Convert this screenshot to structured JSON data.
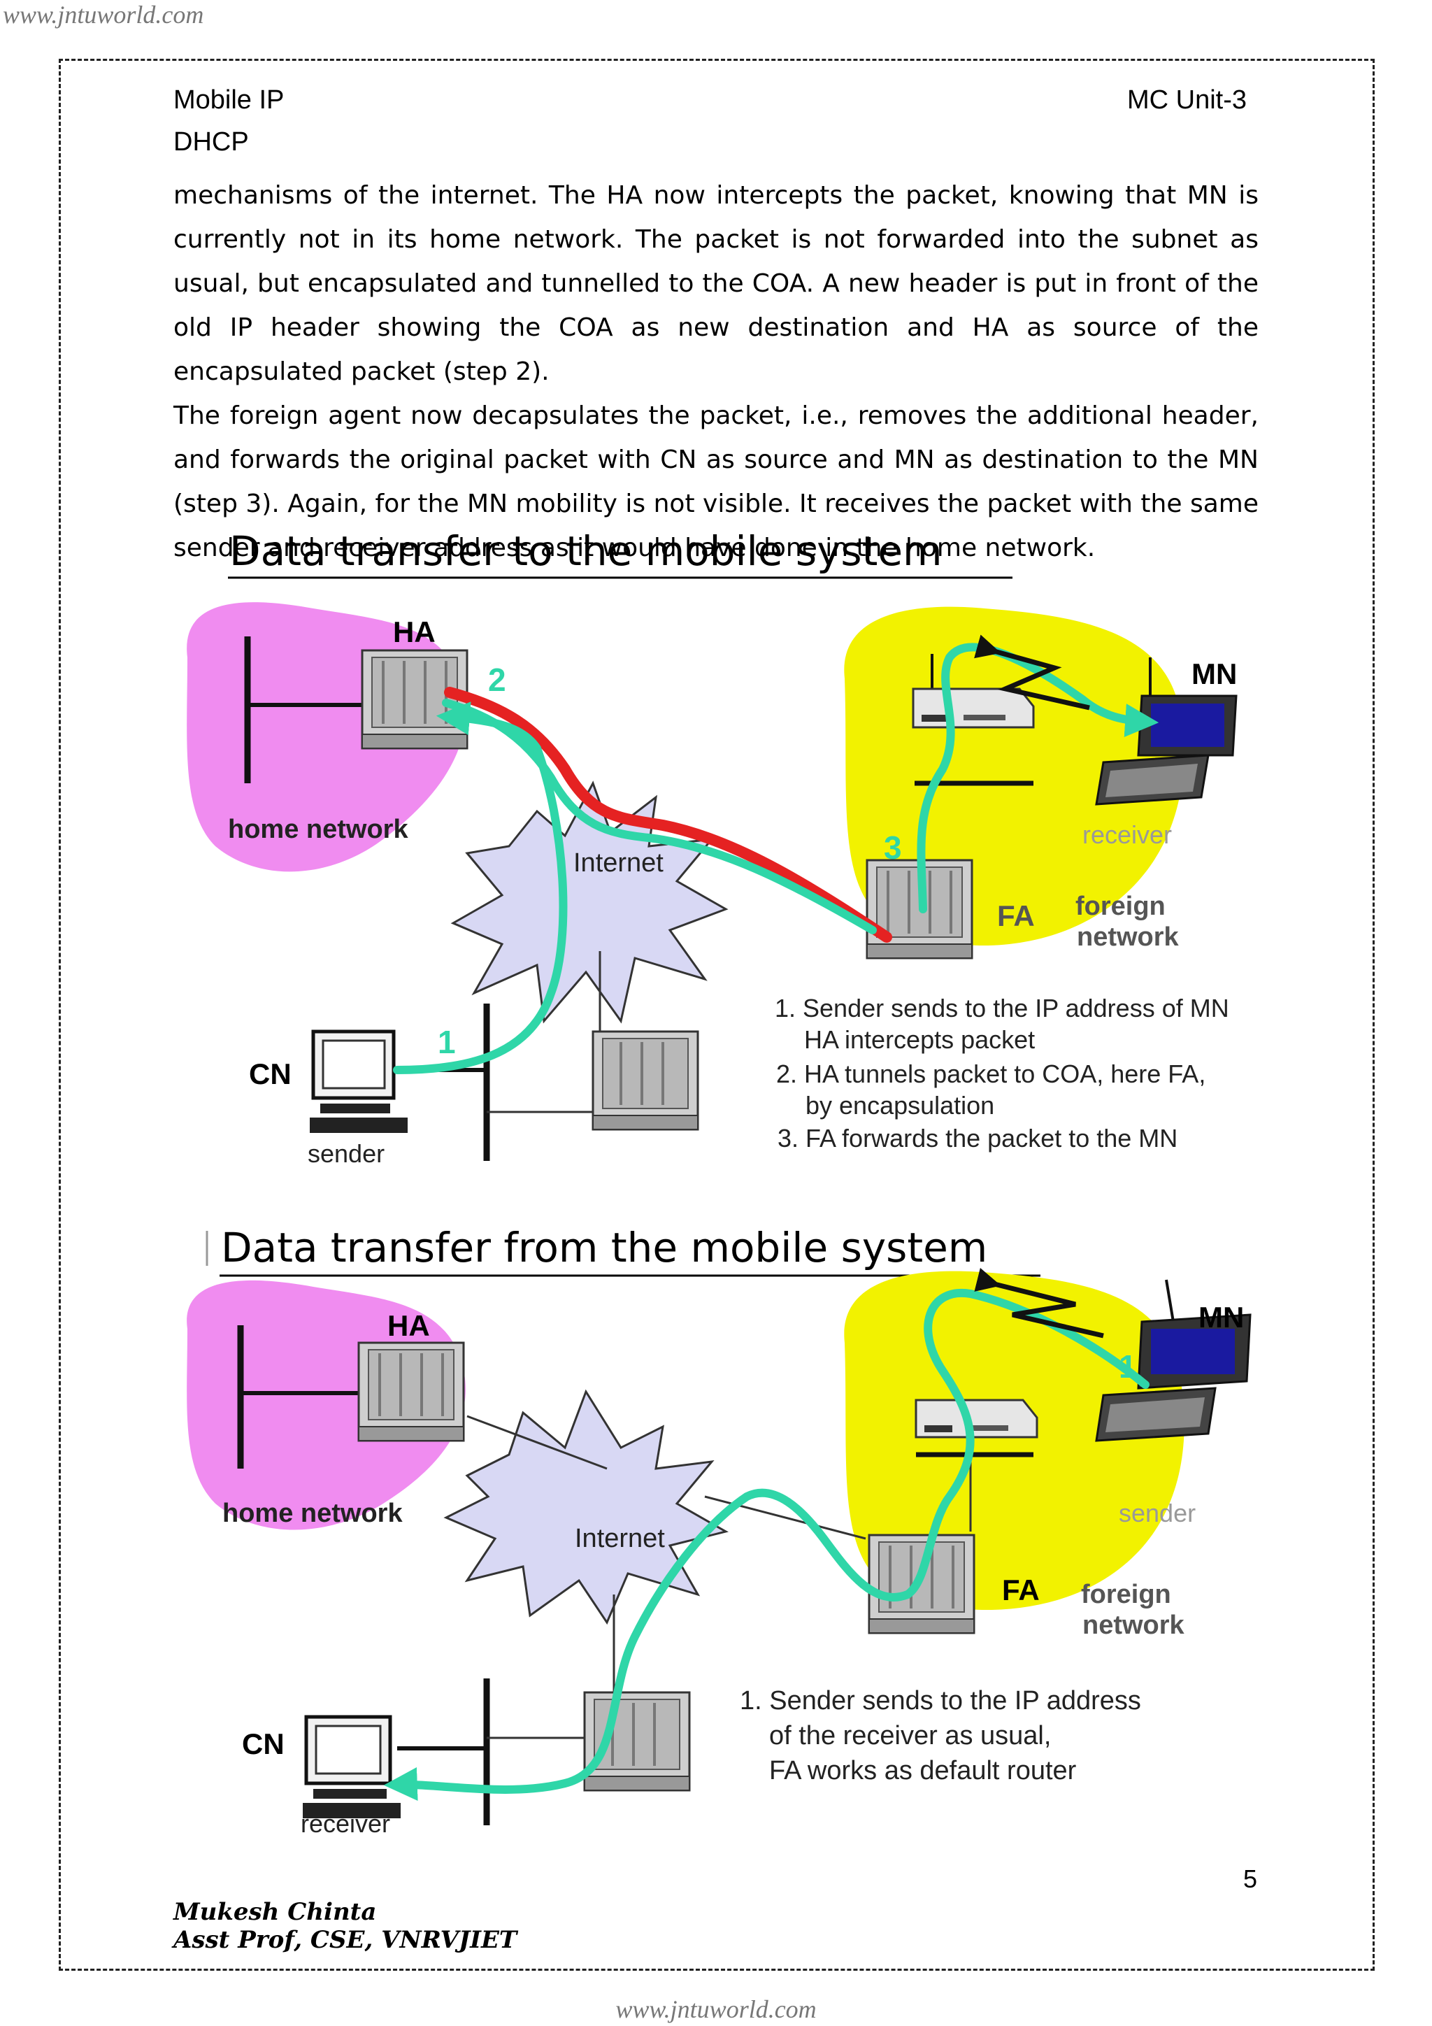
{
  "watermark": {
    "top": "www.jntuworld.com",
    "bottom": "www.jntuworld.com"
  },
  "header": {
    "left": "Mobile IP",
    "sub": "DHCP",
    "right": "MC Unit-3"
  },
  "body_paragraphs": [
    "mechanisms of the internet. The HA now intercepts the packet, knowing that MN is currently not in its home network. The packet is not forwarded into the subnet as usual, but encapsulated and tunnelled to the COA. A new header is put in front of the old IP header showing the COA as new destination and HA as source of the encapsulated packet (step 2).",
    "The foreign agent now decapsulates the packet, i.e., removes the additional header, and forwards the original packet with CN as source and MN as destination to the MN (step 3). Again, for the MN mobility is not visible. It receives the packet with the same sender and receiver address as it would have done in the home network."
  ],
  "diagram_to": {
    "title": "Data transfer to the mobile system",
    "ha": "HA",
    "home_network": "home network",
    "internet": "Internet",
    "mn": "MN",
    "receiver": "receiver",
    "fa": "FA",
    "foreign": "foreign",
    "network": "network",
    "cn": "CN",
    "sender": "sender",
    "step1": "1",
    "step2": "2",
    "step3": "3",
    "notes": [
      "1. Sender sends to the IP address of MN",
      "HA intercepts  packet",
      "2. HA tunnels  packet to COA, here FA,",
      "by encapsulation",
      "3. FA forwards the packet to the MN"
    ]
  },
  "diagram_from": {
    "title": "Data transfer from the mobile system",
    "ha": "HA",
    "home_network": "home network",
    "internet": "Internet",
    "mn": "MN",
    "sender": "sender",
    "fa": "FA",
    "foreign": "foreign",
    "network": "network",
    "cn": "CN",
    "receiver": "receiver",
    "step1": "1",
    "notes": [
      "1. Sender sends to the IP address",
      "of the receiver as usual,",
      "FA works as default router"
    ]
  },
  "page_number": "5",
  "author": {
    "name": "Mukesh Chinta",
    "role": "Asst Prof, CSE, VNRVJIET"
  },
  "colors": {
    "home_blob": "#f08cf0",
    "foreign_blob": "#f2f200",
    "green_path": "#2fd6a8",
    "red_path": "#e52222",
    "cloud": "#d8d8f4"
  }
}
